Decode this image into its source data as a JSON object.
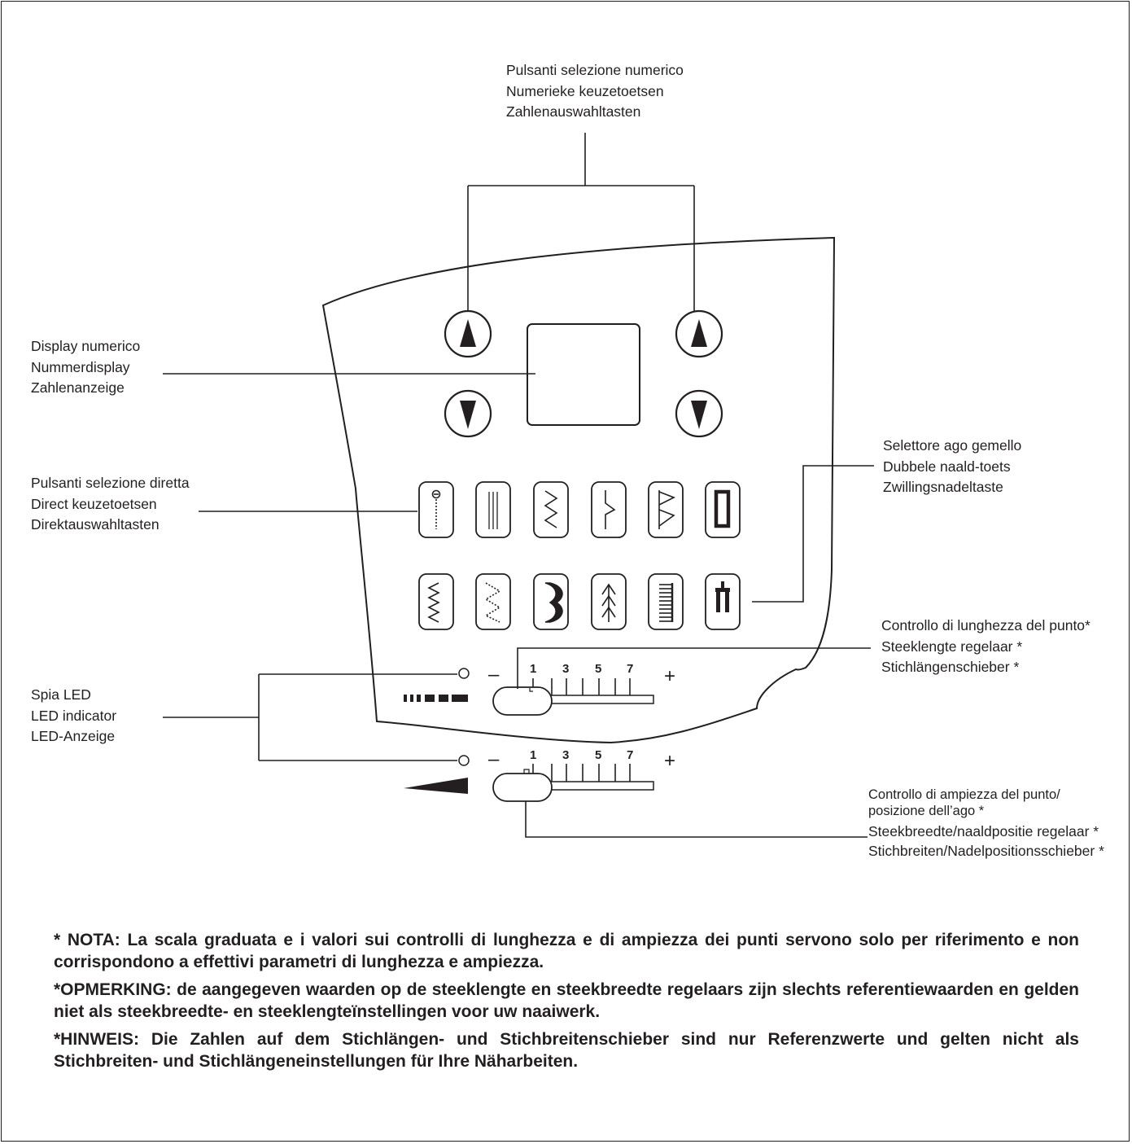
{
  "labels": {
    "numeric_buttons": [
      "Pulsanti selezione numerico",
      "Numerieke keuzetoetsen",
      "Zahlenauswahltasten"
    ],
    "numeric_display": [
      "Display numerico",
      "Nummerdisplay",
      "Zahlenanzeige"
    ],
    "direct_buttons": [
      "Pulsanti selezione diretta",
      "Direct keuzetoetsen",
      "Direktauswahltasten"
    ],
    "twin_needle": [
      "Selettore ago gemello",
      "Dubbele naald-toets",
      "Zwillingsnadeltaste"
    ],
    "stitch_length": [
      "Controllo di lunghezza del punto*",
      "Steeklengte regelaar *",
      "Stichlängenschieber *"
    ],
    "led": [
      "Spia LED",
      "LED indicator",
      "LED-Anzeige"
    ],
    "stitch_width": [
      "Controllo di ampiezza del punto/",
      "posizione dell’ago *",
      "Steekbreedte/naaldpositie regelaar *",
      "Stichbreiten/Nadelpositionsschieber *"
    ]
  },
  "sliders": {
    "length_scale": [
      "1",
      "3",
      "5",
      "7"
    ],
    "width_scale": [
      "1",
      "3",
      "5",
      "7"
    ],
    "minus": "–",
    "plus": "+"
  },
  "stitch_buttons": {
    "row1": [
      "straight-stitch-center-icon",
      "triple-straight-stitch-icon",
      "zigzag-stitch-icon",
      "blind-hem-stitch-icon",
      "blanket-stitch-icon",
      "buttonhole-icon"
    ],
    "row2": [
      "multi-zigzag-stitch-icon",
      "triple-zigzag-stitch-icon",
      "scallop-satin-stitch-icon",
      "feather-stitch-icon",
      "ladder-stitch-icon",
      "twin-needle-icon"
    ]
  },
  "notes": [
    "* NOTA: La scala graduata e i valori sui controlli di lunghezza e di ampiezza dei punti servono solo per riferimento e non corrispondono a effettivi parametri di lunghezza e ampiezza.",
    "*OPMERKING: de aangegeven waarden op de steeklengte en steekbreedte regelaars zijn slechts referentiewaarden en gelden niet als steekbreedte- en steeklengteïnstellingen voor uw naaiwerk.",
    "*HINWEIS: Die Zahlen auf dem Stichlängen- und Stichbreitenschieber sind nur Referenzwerte und gelten nicht als Stichbreiten- und Stichlängeneinstellungen für Ihre Näharbeiten."
  ],
  "colors": {
    "ink": "#231f20",
    "background": "#ffffff"
  }
}
